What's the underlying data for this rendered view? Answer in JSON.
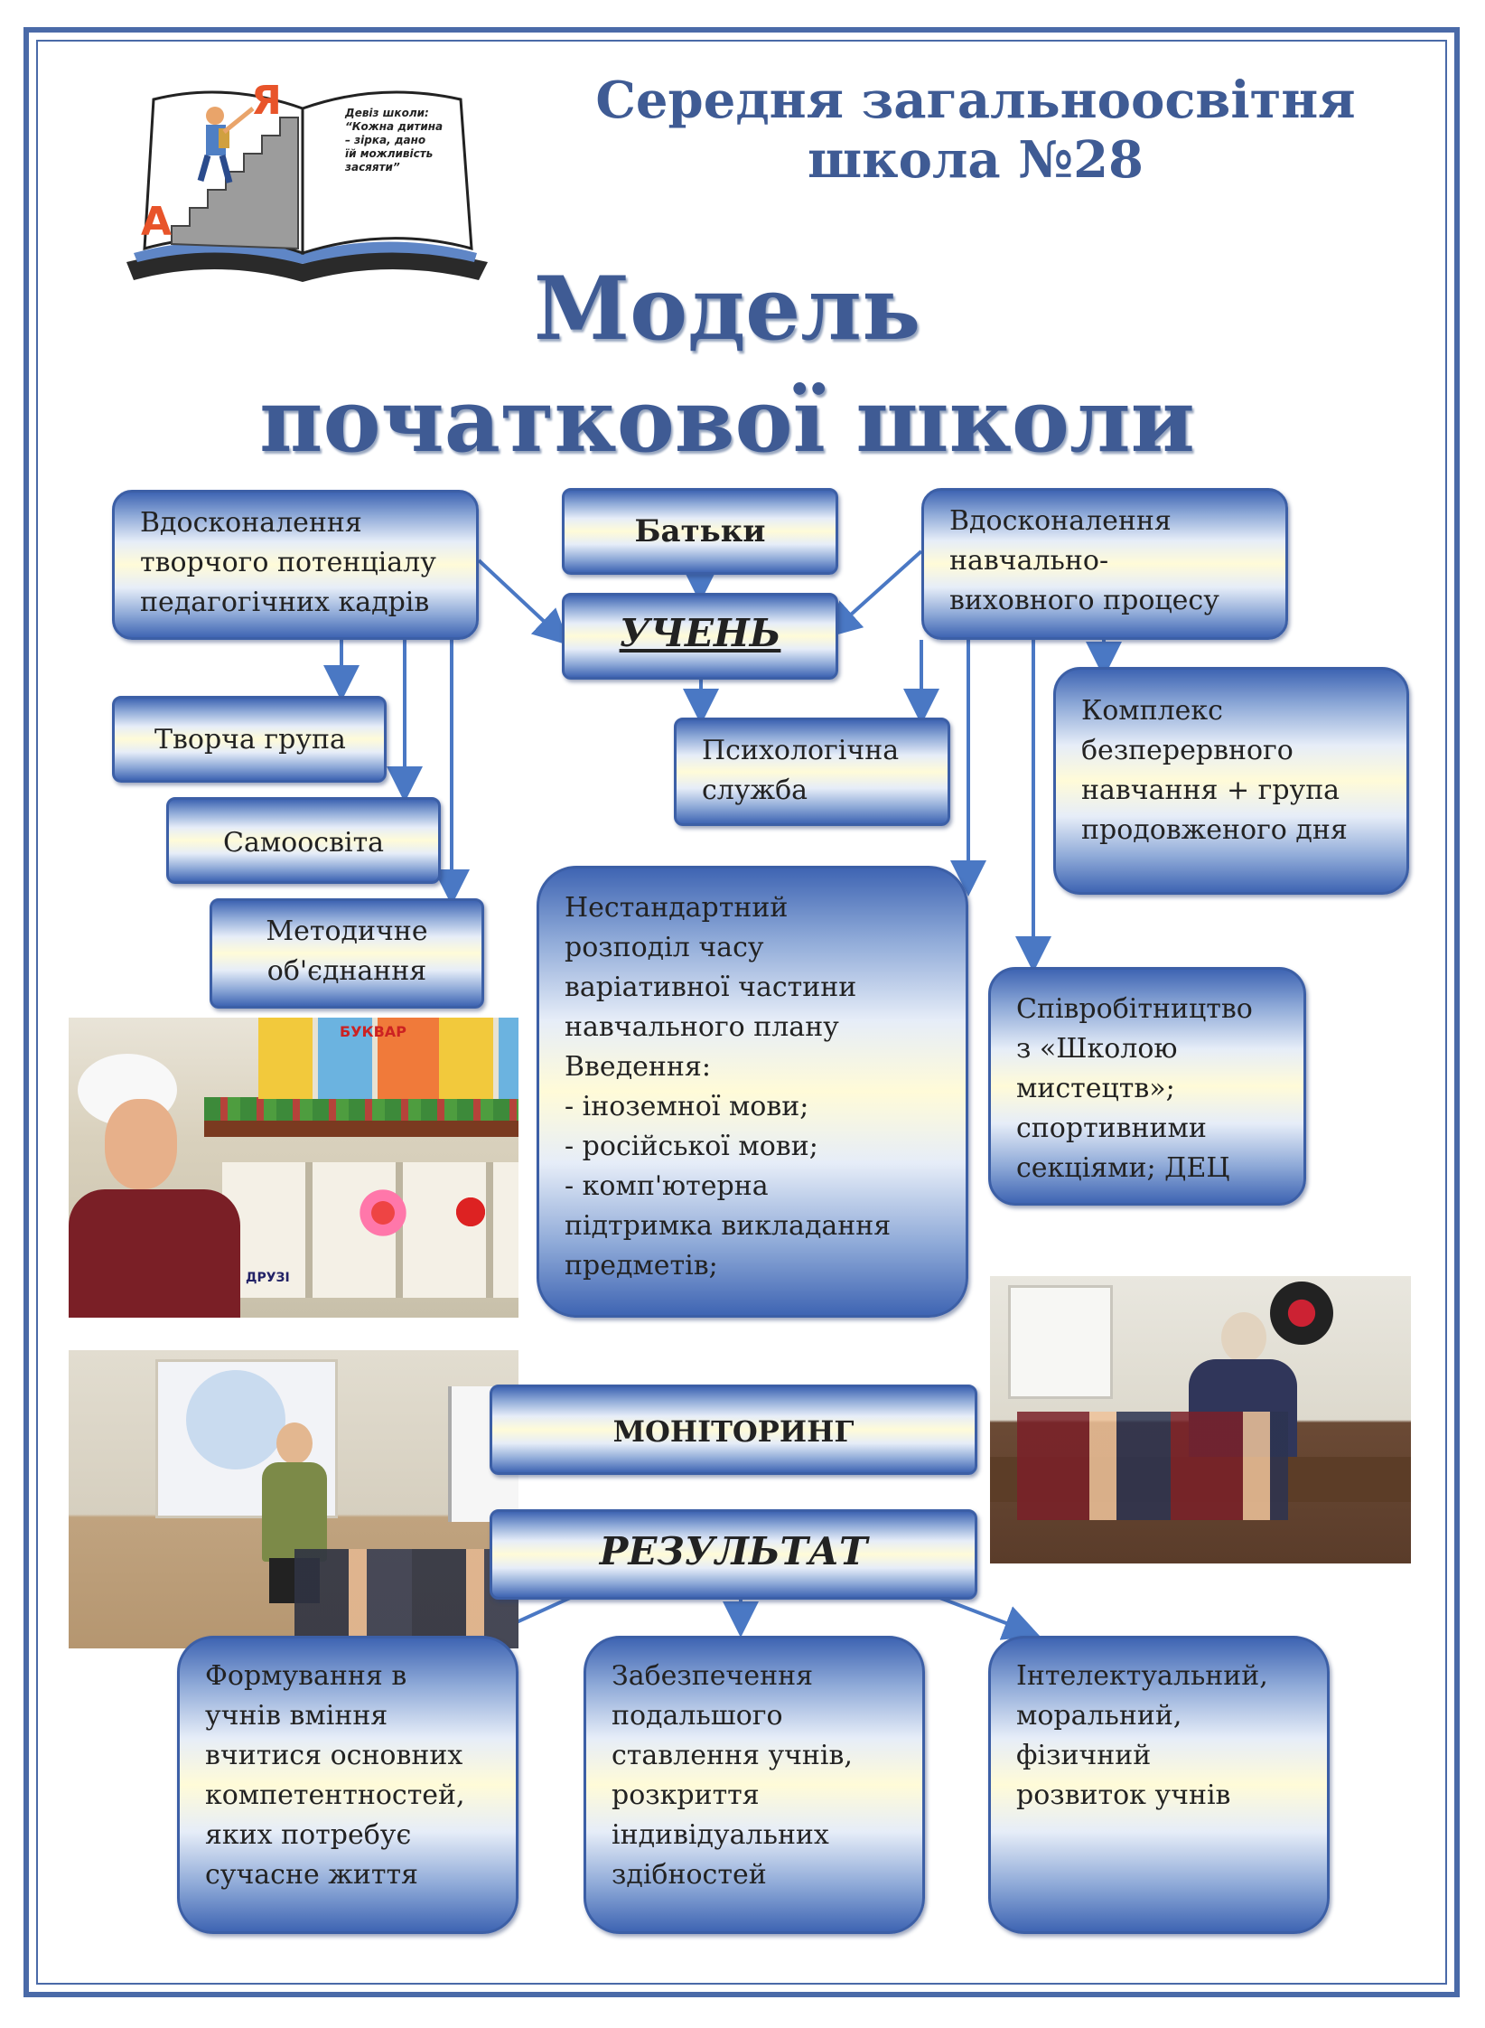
{
  "header": {
    "school_line1": "Середня загальноосвітня",
    "school_line2": "школа №28"
  },
  "logo": {
    "letter_top": "Я",
    "letter_bottom": "А",
    "motto_line1": "Девіз школи:",
    "motto_line2": "“Кожна дитина",
    "motto_line3": "– зірка, дано",
    "motto_line4": "їй можливість",
    "motto_line5": "засяяти”"
  },
  "title": {
    "line1": "Модель",
    "line2": "початкової школи"
  },
  "nodes": {
    "teachers_dev": {
      "line1": "Вдосконалення",
      "line2": "творчого потенціалу",
      "line3": "педагогічних кадрів"
    },
    "parents": "Батьки",
    "pupil": "УЧЕНЬ",
    "process_dev": {
      "line1": "Вдосконалення",
      "line2": "навчально-",
      "line3": "виховного процесу"
    },
    "creative_group": "Творча група",
    "self_education": "Самоосвіта",
    "methodical": {
      "line1": "Методичне",
      "line2": "об'єднання"
    },
    "psych_service": {
      "line1": "Психологічна",
      "line2": "служба"
    },
    "complex": {
      "line1": "Комплекс",
      "line2": "безперервного",
      "line3": "навчання + група",
      "line4": "продовженого дня"
    },
    "nonstandard": {
      "line1": "Нестандартний",
      "line2": "розподіл часу",
      "line3": "варіативної частини",
      "line4": "навчального плану",
      "line5": "Введення:",
      "line6": "- іноземної мови;",
      "line7": "- російської мови;",
      "line8": "- комп'ютерна",
      "line9": "підтримка викладання",
      "line10": "предметів;"
    },
    "cooperation": {
      "line1": "Співробітництво",
      "line2": "з «Школою",
      "line3": "мистецтв»;",
      "line4": "спортивними",
      "line5": "секціями; ДЕЦ"
    },
    "monitoring": "МОНІТОРИНГ",
    "result": "РЕЗУЛЬТАТ",
    "result1": {
      "line1": "Формування в",
      "line2": "учнів вміння",
      "line3": "вчитися основних",
      "line4": "компетентностей,",
      "line5": "яких потребує",
      "line6": "сучасне життя"
    },
    "result2": {
      "line1": "Забезпечення",
      "line2": "подальшого",
      "line3": "ставлення учнів,",
      "line4": "розкриття",
      "line5": "індивідуальних",
      "line6": "здібностей"
    },
    "result3": {
      "line1": "Інтелектуальний,",
      "line2": "моральний,",
      "line3": "фізичний",
      "line4": "розвиток учнів"
    }
  },
  "photos": {
    "photo1_book_text": "БУКВАР",
    "photo1_card_text": "ДРУЗІ"
  },
  "colors": {
    "frame": "#4a6aa8",
    "title": "#3f5b94",
    "box_dark": "#3f65b3",
    "box_light": "#fffbd8",
    "arrow": "#4a78c4"
  }
}
